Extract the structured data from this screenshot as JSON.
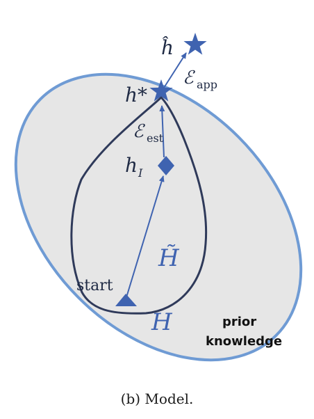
{
  "labels": {
    "h_hat": "ĥ",
    "h_star": "h*",
    "e_app": "ℰ",
    "e_app_sub": "app",
    "e_est": "ℰ",
    "e_est_sub": "est",
    "h_I": "h",
    "h_I_sub": "I",
    "H_tilde": "H̃",
    "H": "H",
    "start": "start",
    "prior_line1": "prior",
    "prior_line2": "knowledge"
  },
  "caption": "(b)  Model.",
  "colors": {
    "ellipse_fill": "#e6e6e6",
    "ellipse_stroke": "#6f9bd4",
    "inner_stroke": "#2f3a5a",
    "marker": "#3f63b0"
  }
}
